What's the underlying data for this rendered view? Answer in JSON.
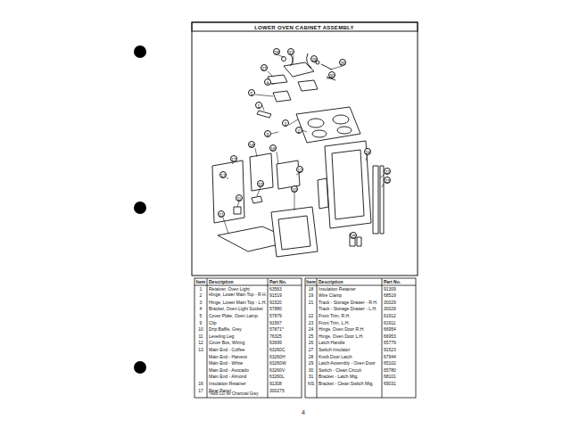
{
  "diagram": {
    "title": "LOWER OVEN CABINET ASSEMBLY",
    "labels": [
      "Item",
      "Description",
      "Part No.",
      "1",
      "Retainer, Oven Light",
      "63563",
      "2",
      "Hinge, Lower Main Top - R.H.",
      "91519",
      "3",
      "Hinge, Lower Main Top - L.H.",
      "91520",
      "4",
      "Bracket, Oven Light Socket",
      "57880",
      "5",
      "Cover Plate, Oven Lamp",
      "57879",
      "9",
      "Clip",
      "91567",
      "10",
      "Drip Baffle, Grey",
      "57871*",
      "11",
      "Leveling Leg",
      "76325",
      "12",
      "Cover Box, Wiring",
      "63699",
      "13",
      "Main End - Coffee",
      "63260C",
      "Main End - Harvest",
      "63260H",
      "Main End - White",
      "63260W",
      "Main End - Avocado",
      "63260V",
      "Main End - Almond",
      "63260L",
      "16",
      "Insulation Retainer",
      "91308",
      "17",
      "Rear Panel",
      "300275",
      "*Add CG for Charcoal Grey",
      "Item",
      "Description",
      "Part No.",
      "18",
      "Insulation Retainer",
      "91309",
      "19",
      "Wire Clamp",
      "68519",
      "21",
      "Track - Storage Drawer - R.H.",
      "30029",
      "Track - Storage Drawer - L.H.",
      "30029",
      "22",
      "Front Trim, R.H.",
      "61912",
      "23",
      "Front Trim, L.H.",
      "61911",
      "24",
      "Hinge, Oven Door R.H.",
      "66954",
      "25",
      "Hinge, Oven Door L.H.",
      "66953",
      "26",
      "Latch Handle",
      "65779",
      "27",
      "Switch Insulator",
      "91523",
      "28",
      "Knob Door Latch",
      "67944",
      "29",
      "Latch Assembly - Oven Door",
      "65102",
      "30",
      "Switch - Clean Circuit",
      "65780",
      "31",
      "Bracket - Latch Mtg.",
      "68101",
      "NS",
      "Bracket - Clean Switch Mtg.",
      "69031",
      "28",
      "31",
      "27",
      "29",
      "30",
      "26",
      "1",
      "4",
      "5",
      "2",
      "3",
      "9",
      "16",
      "18",
      "12",
      "17",
      "19",
      "10",
      "11",
      "21",
      "13",
      "24",
      "22",
      "23",
      "25",
      "4"
    ]
  }
}
